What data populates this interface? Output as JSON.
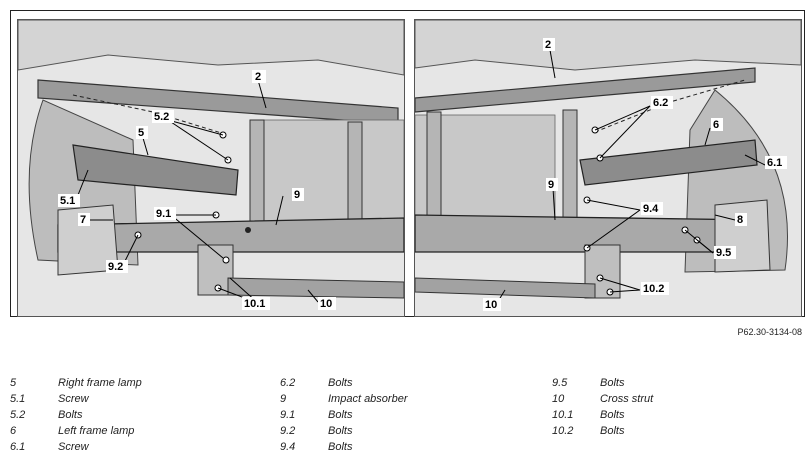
{
  "figure_code": "P62.30-3134-08",
  "left_panel": {
    "callouts": [
      "2",
      "5.2",
      "5",
      "5.1",
      "7",
      "9",
      "9.1",
      "9.2",
      "10.1",
      "10"
    ]
  },
  "right_panel": {
    "callouts": [
      "2",
      "6.2",
      "6",
      "6.1",
      "9",
      "9.4",
      "8",
      "9.5",
      "10.2",
      "10"
    ]
  },
  "legend": {
    "columns": [
      [
        {
          "num": "5",
          "label": "Right frame lamp"
        },
        {
          "num": "5.1",
          "label": "Screw"
        },
        {
          "num": "5.2",
          "label": "Bolts"
        },
        {
          "num": "6",
          "label": "Left frame lamp"
        },
        {
          "num": "6.1",
          "label": "Screw"
        }
      ],
      [
        {
          "num": "6.2",
          "label": "Bolts"
        },
        {
          "num": "9",
          "label": "Impact absorber"
        },
        {
          "num": "9.1",
          "label": "Bolts"
        },
        {
          "num": "9.2",
          "label": "Bolts"
        },
        {
          "num": "9.4",
          "label": "Bolts"
        }
      ],
      [
        {
          "num": "9.5",
          "label": "Bolts"
        },
        {
          "num": "10",
          "label": "Cross strut"
        },
        {
          "num": "10.1",
          "label": "Bolts"
        },
        {
          "num": "10.2",
          "label": "Bolts"
        }
      ]
    ]
  }
}
